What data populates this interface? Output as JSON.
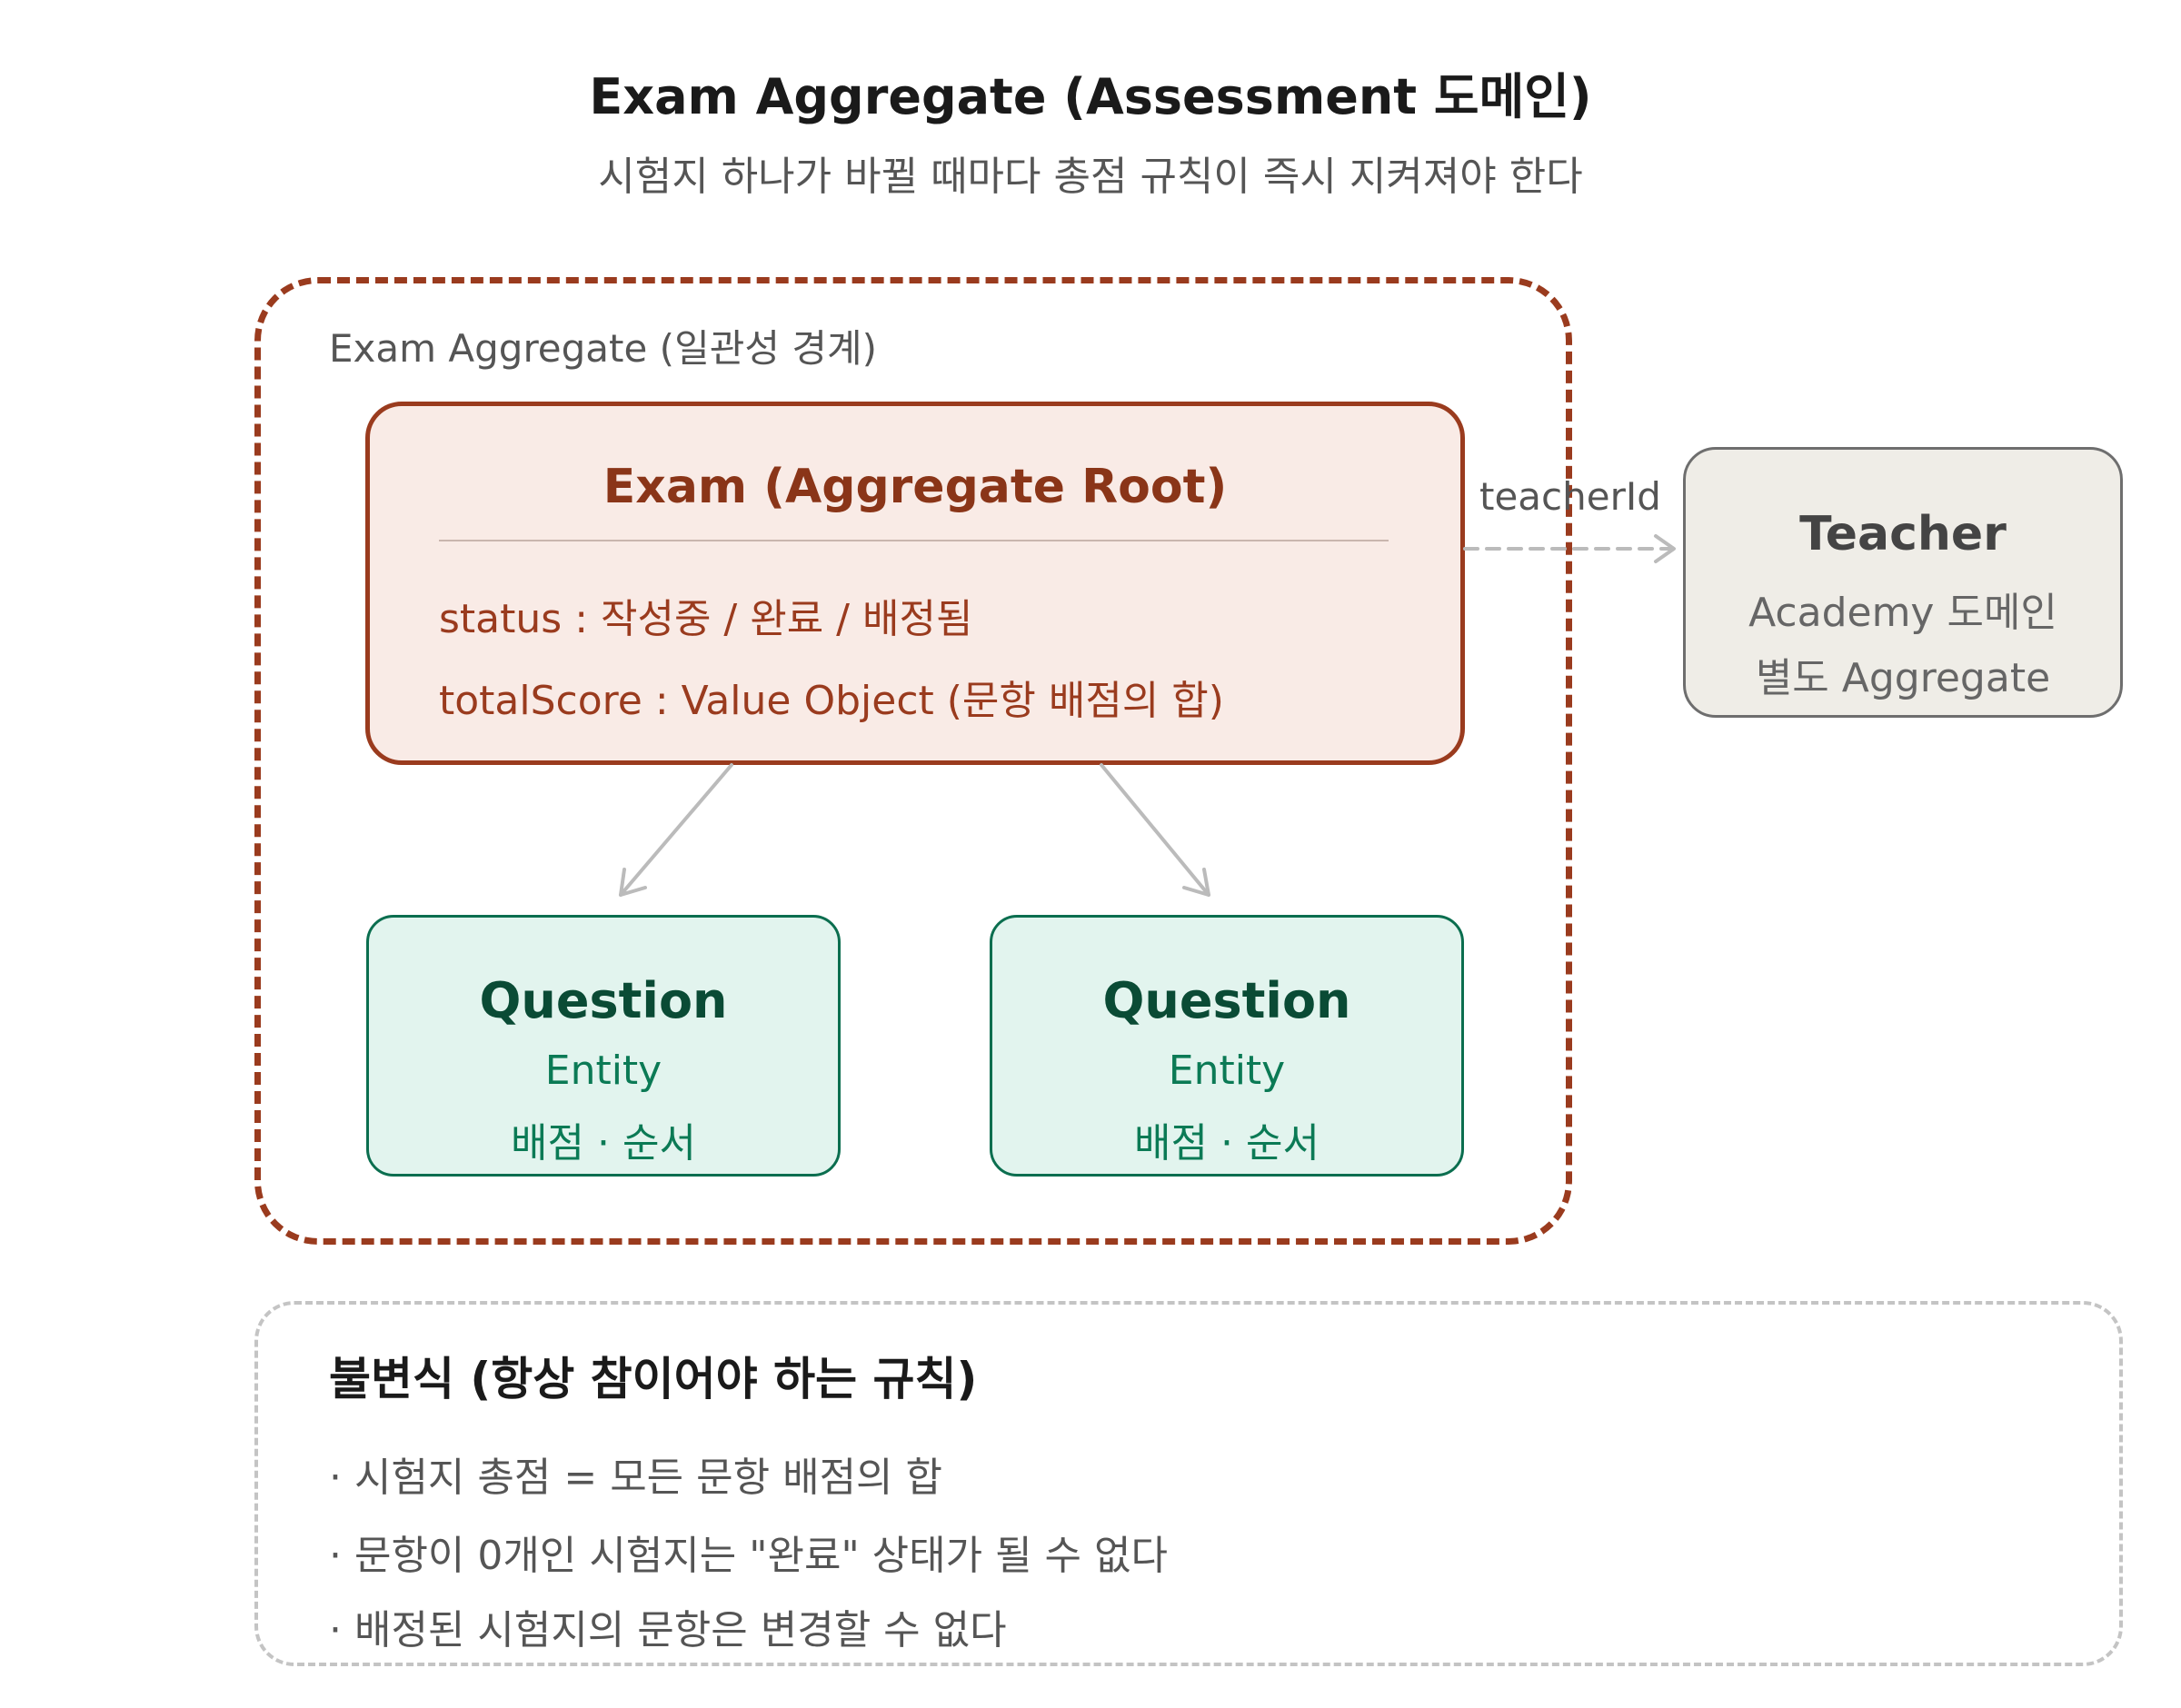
{
  "header": {
    "title": "Exam Aggregate (Assessment 도메인)",
    "subtitle": "시험지 하나가 바뀔 때마다 총점 규칙이 즉시 지켜져야 한다"
  },
  "boundary": {
    "label": "Exam Aggregate (일관성 경계)"
  },
  "aggregate_root": {
    "title": "Exam (Aggregate Root)",
    "attributes": [
      "status : 작성중 / 완료 / 배정됨",
      "totalScore : Value Object (문항 배점의 합)"
    ]
  },
  "entities": [
    {
      "title": "Question",
      "type": "Entity",
      "detail": "배점 · 순서"
    },
    {
      "title": "Question",
      "type": "Entity",
      "detail": "배점 · 순서"
    }
  ],
  "external": {
    "title": "Teacher",
    "line1": "Academy 도메인",
    "line2": "별도 Aggregate",
    "reference_label": "teacherId"
  },
  "invariants": {
    "title": "불변식 (항상 참이어야 하는 규칙)",
    "items": [
      "· 시험지 총점 = 모든 문항 배점의 합",
      "· 문항이 0개인 시험지는 \"완료\" 상태가 될 수 없다",
      "· 배정된 시험지의 문항은 변경할 수 없다"
    ]
  },
  "colors": {
    "boundary": "#9a3b1e",
    "root_fill": "#f9ebe6",
    "entity_fill": "#e2f4ee",
    "entity_border": "#0b6e4f",
    "external_fill": "#efede7",
    "connector": "#bbbbbb"
  }
}
